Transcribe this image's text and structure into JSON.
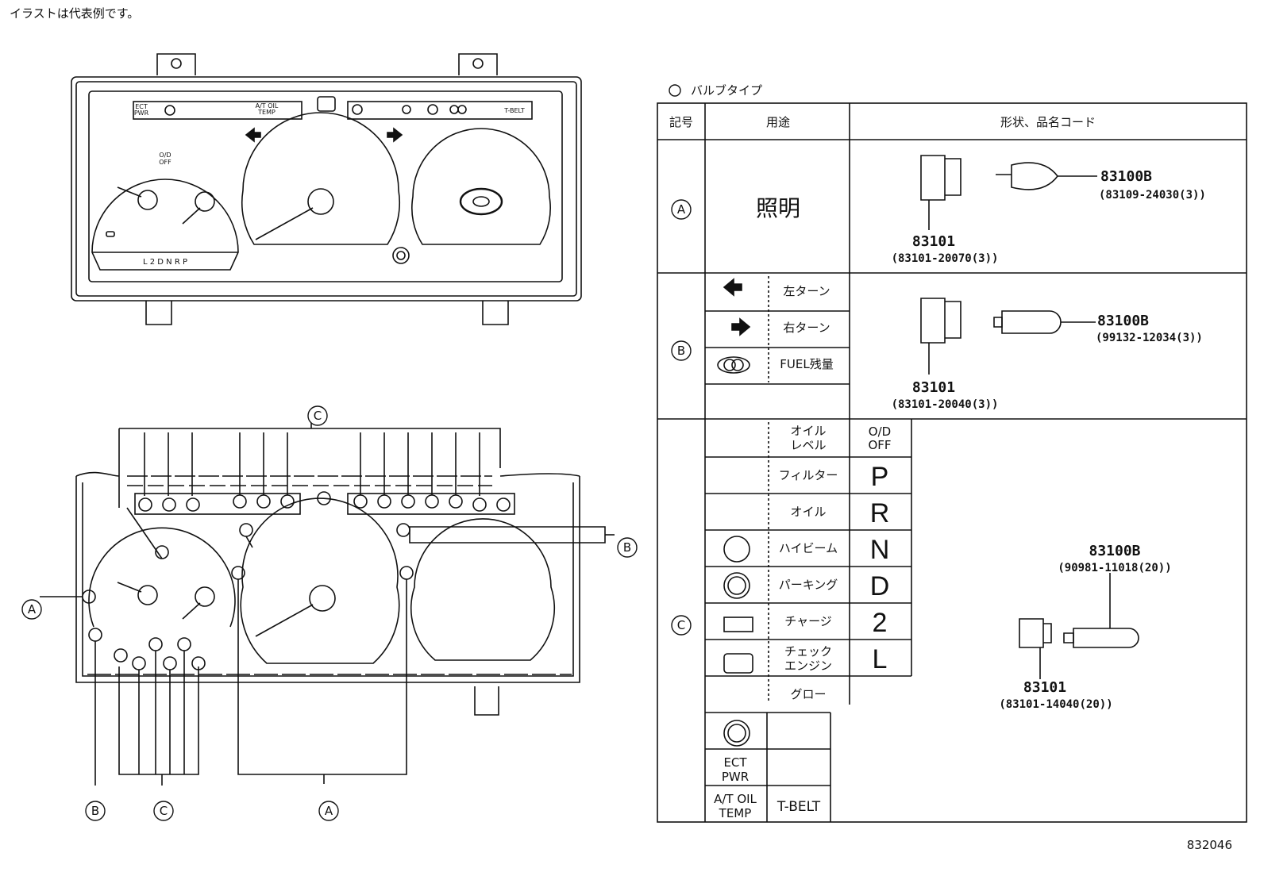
{
  "note": "イラストは代表例です。",
  "figure_id": "832046",
  "callouts": [
    "A",
    "B",
    "C"
  ],
  "legend": {
    "symbol": "○",
    "text": "バルブタイプ"
  },
  "table": {
    "headers": [
      "記号",
      "用途",
      "形状、品名コード"
    ],
    "rowA": {
      "symbol": "A",
      "usage": "照明",
      "bulb_code": "83100B",
      "bulb_part": "(83109-24030(3))",
      "socket_code": "83101",
      "socket_part": "(83101-20070(3))"
    },
    "rowB": {
      "symbol": "B",
      "usages": [
        "左ターン",
        "右ターン",
        "FUEL残量"
      ],
      "bulb_code": "83100B",
      "bulb_part": "(99132-12034(3))",
      "socket_code": "83101",
      "socket_part": "(83101-20040(3))"
    },
    "rowC": {
      "symbol": "C",
      "usages": [
        "オイル",
        "レベル",
        "フィルター",
        "オイル",
        "ハイビーム",
        "パーキング",
        "チャージ",
        "チェック",
        "エンジン",
        "グロー"
      ],
      "gears": [
        "O/D",
        "OFF",
        "P",
        "R",
        "N",
        "D",
        "2",
        "L"
      ],
      "extra": [
        "ECT",
        "PWR",
        "A/T OIL",
        "TEMP",
        "T-BELT"
      ],
      "bulb_code": "83100B",
      "bulb_part": "(90981-11018(20))",
      "socket_code": "83101",
      "socket_part": "(83101-14040(20))"
    }
  },
  "cluster": {
    "od_label": [
      "O/D",
      "OFF"
    ],
    "gear_strip": "L 2 D N R P",
    "ect_label": [
      "ECT",
      "PWR"
    ],
    "atoil_label": [
      "A/T OIL",
      "TEMP"
    ],
    "tbelt_label": "T-BELT"
  }
}
